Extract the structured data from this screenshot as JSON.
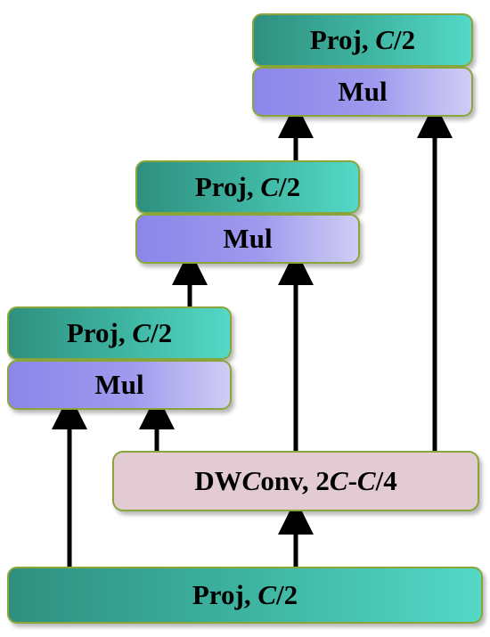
{
  "blocks": {
    "top": {
      "proj": "Proj, C/2",
      "mul": "Mul"
    },
    "middle": {
      "proj": "Proj, C/2",
      "mul": "Mul"
    },
    "left": {
      "proj": "Proj, C/2",
      "mul": "Mul"
    },
    "dwconv": "DWConv, 2C-C/4",
    "bottom_proj": "Proj, C/2"
  },
  "colors": {
    "proj_fill": "#3fb7a3",
    "mul_fill": "#9f99ee",
    "dwconv_fill": "#e2cbd2",
    "border": "#8aa53a",
    "arrow": "#000000"
  }
}
